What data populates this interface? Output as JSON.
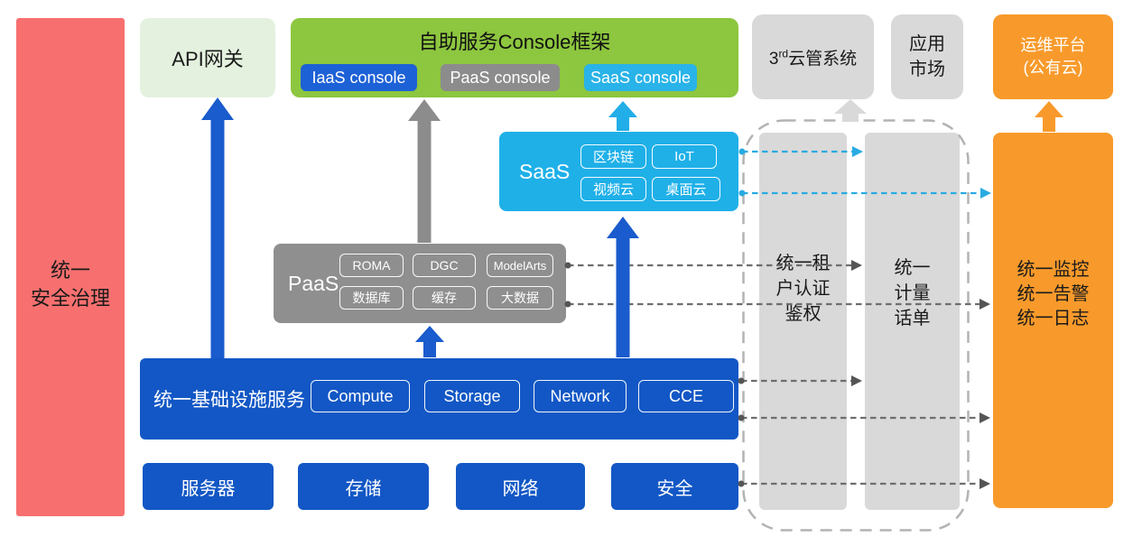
{
  "colors": {
    "red": "#f7706f",
    "light_green": "#e4f1df",
    "green": "#8dc63f",
    "blue": "#1257c5",
    "blue_chip": "#1d61d6",
    "cyan": "#22aee8",
    "gray": "#8f8f8f",
    "light_gray": "#d9d9d9",
    "orange": "#f89a2b"
  },
  "security": {
    "label": "统一\n安全治理"
  },
  "api_gateway": {
    "label": "API网关"
  },
  "console": {
    "title": "自助服务Console框架",
    "buttons": [
      "IaaS console",
      "PaaS console",
      "SaaS console"
    ]
  },
  "cloud_mgmt": {
    "num": "3",
    "sup": "rd",
    "rest": "云管系统"
  },
  "app_market": {
    "label": "应用\n市场"
  },
  "ops_platform": {
    "label": "运维平台\n(公有云)"
  },
  "saas": {
    "label": "SaaS",
    "chips": [
      "区块链",
      "IoT",
      "视频云",
      "桌面云"
    ]
  },
  "paas": {
    "label": "PaaS",
    "chips": [
      "ROMA",
      "DGC",
      "ModelArts",
      "数据库",
      "缓存",
      "大数据"
    ]
  },
  "infra": {
    "label": "统一基础设施服务",
    "chips": [
      "Compute",
      "Storage",
      "Network",
      "CCE"
    ]
  },
  "resources": [
    "服务器",
    "存储",
    "网络",
    "安全"
  ],
  "auth_bar": {
    "label": "统一租\n户认证\n鉴权"
  },
  "billing_bar": {
    "label": "统一\n计量\n话单"
  },
  "monitor_bar": {
    "label": "统一监控\n统一告警\n统一日志"
  }
}
